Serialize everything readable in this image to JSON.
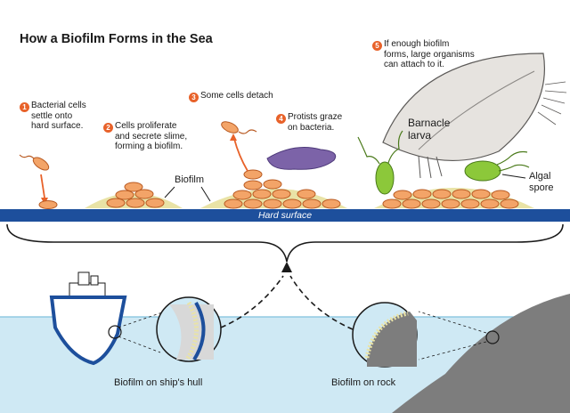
{
  "title": "How a Biofilm Forms in the Sea",
  "steps": [
    {
      "num": "1",
      "text": "Bacterial cells\nsettle onto\nhard surface."
    },
    {
      "num": "2",
      "text": "Cells proliferate\nand secrete slime,\nforming a biofilm."
    },
    {
      "num": "3",
      "text": "Some cells detach"
    },
    {
      "num": "4",
      "text": "Protists graze\non bacteria."
    },
    {
      "num": "5",
      "text": "If enough biofilm\nforms, large organisms\ncan attach to it."
    }
  ],
  "labels": {
    "biofilm": "Biofilm",
    "barnacle": "Barnacle\nlarva",
    "algal": "Algal\nspore",
    "hard_surface": "Hard surface",
    "hull": "Biofilm on ship's hull",
    "rock": "Biofilm on rock"
  },
  "colors": {
    "bacteria": "#f3a468",
    "bacteria_outline": "#b85a22",
    "surface": "#1d4f9c",
    "slime": "#e9e3a6",
    "sea": "#cfe9f4",
    "protist": "#7c63a8",
    "algae": "#8cc83a",
    "barnacle": "#e6e3df",
    "rock": "#7d7d7d",
    "number_badge": "#e8622a"
  }
}
